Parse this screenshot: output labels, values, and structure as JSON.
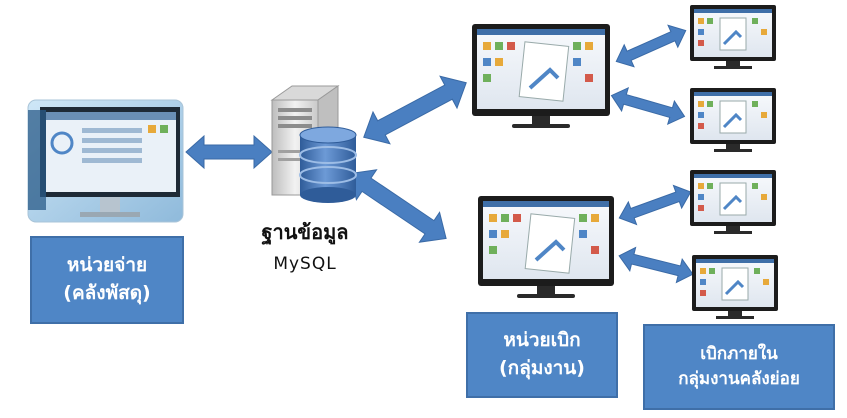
{
  "nodes": {
    "issuing_unit": {
      "line1": "หน่วยจ่าย",
      "line2": "(คลังพัสดุ)"
    },
    "database": {
      "name_th": "ฐานข้อมูล",
      "name_en": "MySQL"
    },
    "requesting_unit": {
      "line1": "หน่วยเบิก",
      "line2": "(กลุ่มงาน)"
    },
    "sub_store": {
      "line1": "เบิกภายใน",
      "line2": "กลุ่มงานคลังย่อย"
    }
  },
  "colors": {
    "arrow": "#4a7fc1",
    "arrow_stroke": "#3a6aa6",
    "box": "#4f86c6",
    "server_body": "#e6e6e6",
    "db_cylinder": "#4b77b4",
    "screen_bezel": "#1c1c1c"
  },
  "icons": [
    "monitor-icon",
    "server-icon",
    "database-icon",
    "bidirectional-arrow-icon"
  ]
}
